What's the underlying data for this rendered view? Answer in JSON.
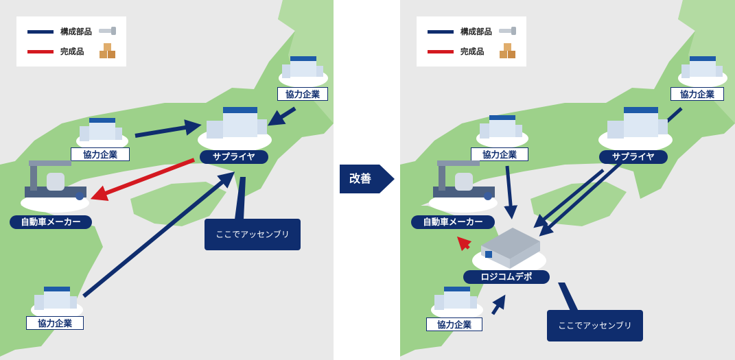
{
  "legend": {
    "parts_label": "構成部品",
    "product_label": "完成品",
    "parts_color": "#0f2d6e",
    "product_color": "#d41920"
  },
  "before": {
    "supplier_top": "協力企業",
    "supplier_mid": "協力企業",
    "supplier_bottom": "協力企業",
    "supplier_hub": "サプライヤ",
    "automaker": "自動車メーカー",
    "callout": "ここでアッセンブリ"
  },
  "transition": {
    "label": "改善",
    "color": "#0f2d6e"
  },
  "after": {
    "supplier_top": "協力企業",
    "supplier_mid": "協力企業",
    "supplier_bottom": "協力企業",
    "supplier_hub": "サプライヤ",
    "automaker": "自動車メーカー",
    "depot": "ロジコムデポ",
    "callout": "ここでアッセンブリ"
  },
  "colors": {
    "land": "#9dd18a",
    "sea": "#e9e9e9",
    "navy": "#0f2d6e",
    "red": "#d41920"
  }
}
